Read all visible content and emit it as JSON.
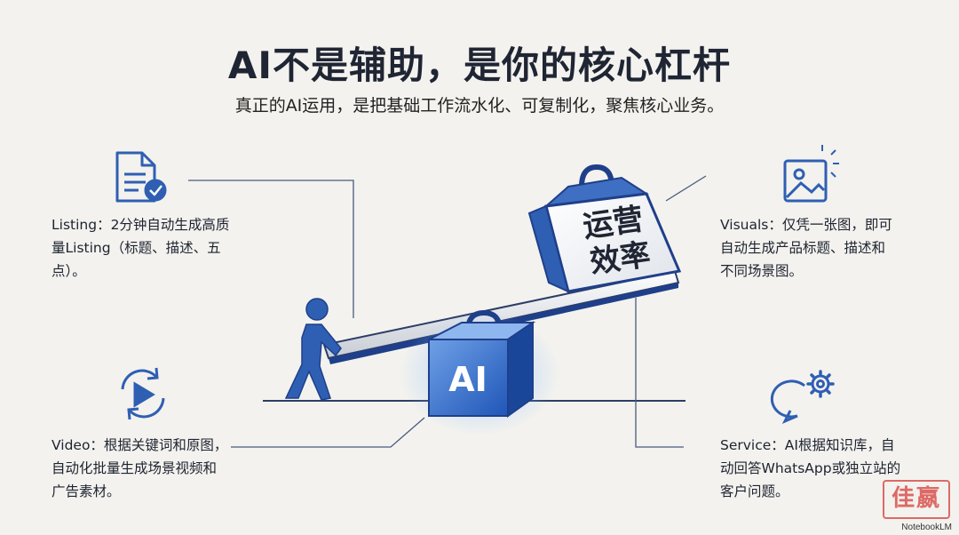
{
  "header": {
    "title": "AI不是辅助，是你的核心杠杆",
    "subtitle": "真正的AI运用，是把基础工作流水化、可复制化，聚焦核心业务。"
  },
  "weight": {
    "line1": "运营",
    "line2": "效率"
  },
  "fulcrum": {
    "label": "AI"
  },
  "cards": {
    "listing": "Listing：2分钟自动生成高质\n量Listing（标题、描述、五\n点）。",
    "video": "Video：根据关键词和原图，\n自动化批量生成场景视频和\n广告素材。",
    "visuals": "Visuals：仅凭一张图，即可\n自动生成产品标题、描述和\n不同场景图。",
    "service": "Service：AI根据知识库，自\n动回答WhatsApp或独立站的\n客户问题。"
  },
  "icons": {
    "listing": "document-check-icon",
    "video": "video-refresh-icon",
    "visuals": "image-icon",
    "service": "chat-gear-icon"
  },
  "colors": {
    "accent": "#2f5fb3",
    "dark_blue": "#1f3f8a",
    "line": "#2c3e66"
  },
  "watermark": "佳嬴",
  "credit": "NotebookLM"
}
